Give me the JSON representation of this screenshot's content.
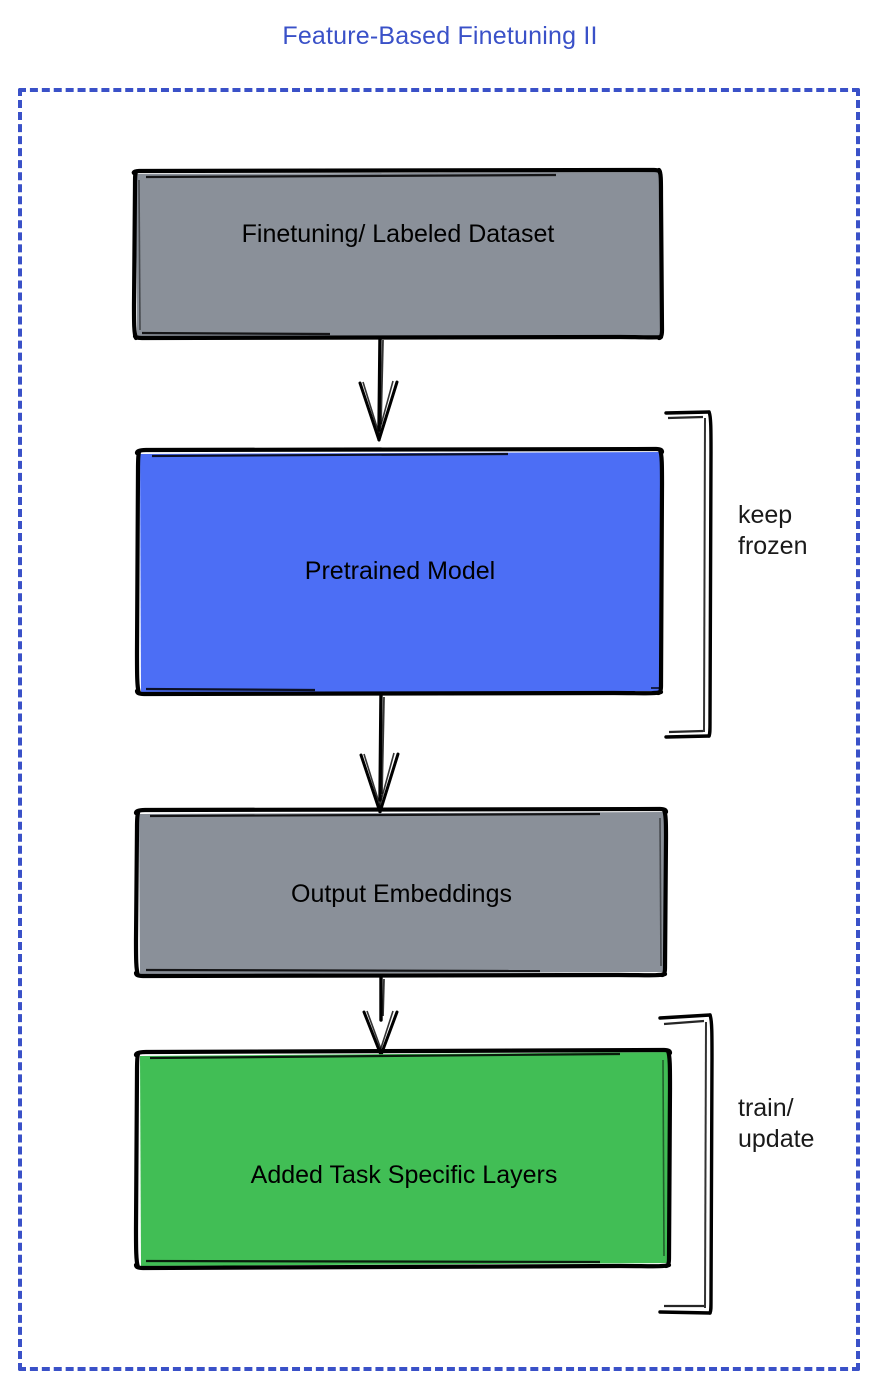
{
  "diagram": {
    "title": "Feature-Based Finetuning II",
    "title_color": "#3a51c8",
    "frame": {
      "style": "dashed",
      "color": "#3a51c8"
    },
    "nodes": [
      {
        "id": "finetuning-dataset",
        "label": "Finetuning/ Labeled Dataset",
        "fill": "#8a9099",
        "stroke": "#000000"
      },
      {
        "id": "pretrained-model",
        "label": "Pretrained Model",
        "fill": "#4c6ef5",
        "stroke": "#000000"
      },
      {
        "id": "output-embeddings",
        "label": "Output Embeddings",
        "fill": "#8a9099",
        "stroke": "#000000"
      },
      {
        "id": "task-specific-layers",
        "label": "Added Task Specific Layers",
        "fill": "#41be55",
        "stroke": "#000000"
      }
    ],
    "brackets": [
      {
        "id": "keep-frozen",
        "label": "keep\nfrozen",
        "targets": "pretrained-model"
      },
      {
        "id": "train-update",
        "label": "train/\nupdate",
        "targets": "task-specific-layers"
      }
    ],
    "arrows": [
      {
        "from": "finetuning-dataset",
        "to": "pretrained-model"
      },
      {
        "from": "pretrained-model",
        "to": "output-embeddings"
      },
      {
        "from": "output-embeddings",
        "to": "task-specific-layers"
      }
    ]
  }
}
